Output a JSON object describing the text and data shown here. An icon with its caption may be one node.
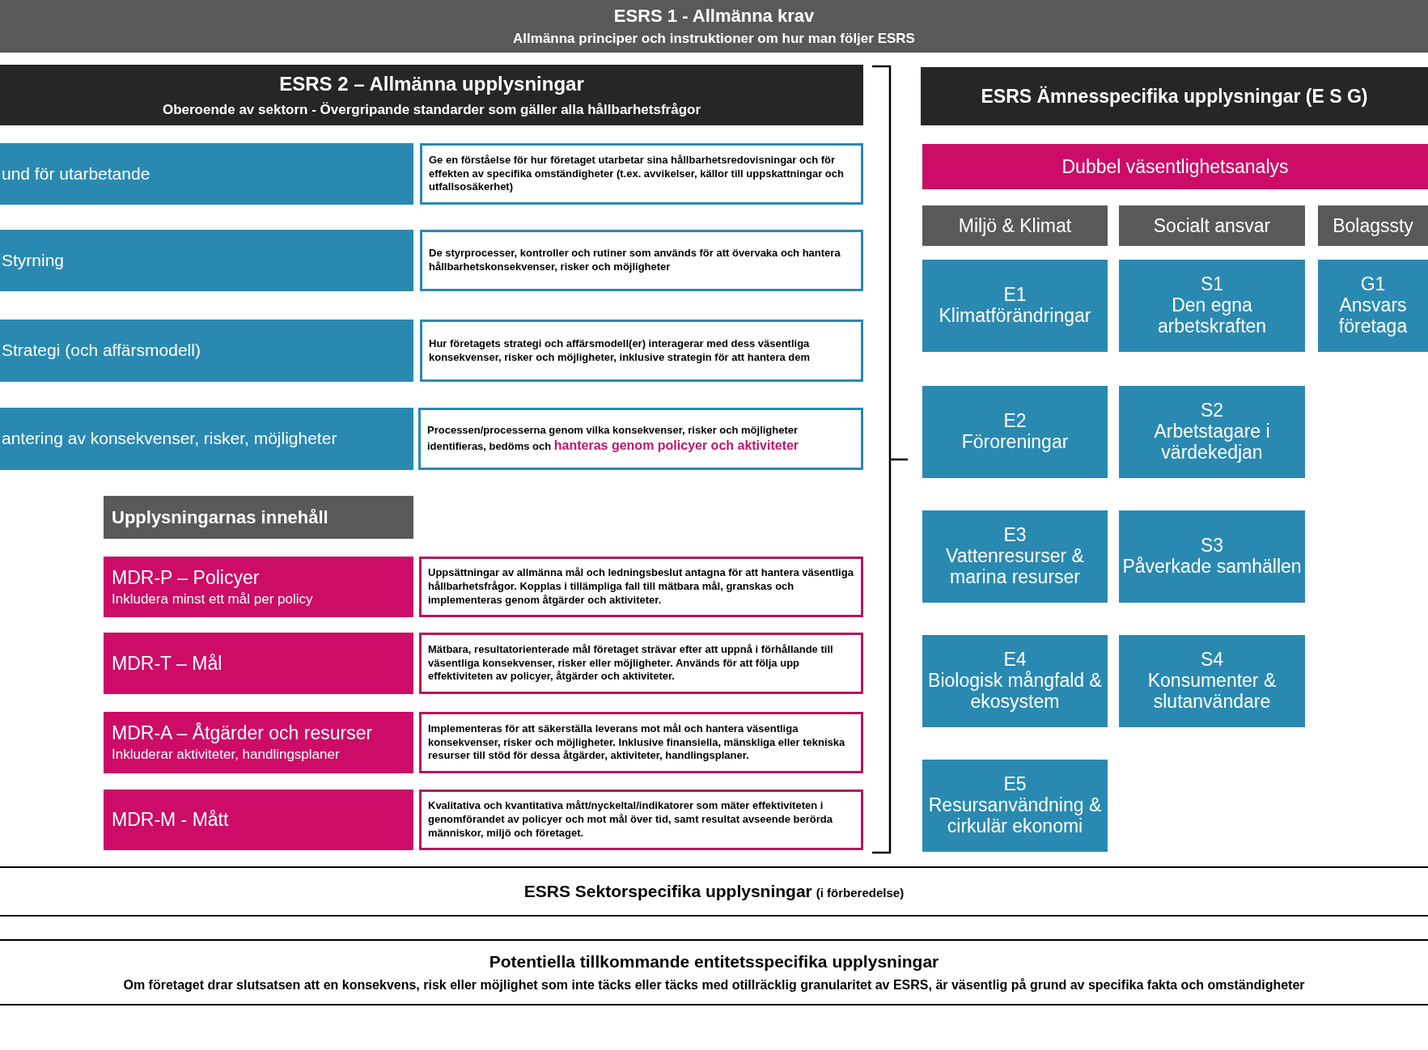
{
  "diagram": {
    "nodes": [
      {
        "text": [
          "ESRS 1 - Allmänna krav",
          "Allmänna principer och instruktioner om hur man följer ESRS"
        ]
      },
      {
        "text": [
          "ESRS 2 – Allmänna upplysningar",
          "Oberoende av sektorn - Övergripande standarder som gäller alla hållbarhetsfrågor"
        ]
      },
      {
        "text": [
          "und för utarbetande"
        ]
      },
      {
        "text": [
          "Ge en förståelse för hur företaget utarbetar sina hållbarhetsredovisningar och för effekten av specifika omständigheter (t.ex. avvikelser, källor till uppskattningar och utfallsosäkerhet)"
        ]
      },
      {
        "text": [
          "Styrning"
        ]
      },
      {
        "text": [
          "De styrprocesser, kontroller och rutiner som används för att övervaka och hantera hållbarhetskonsekvenser, risker och möjligheter"
        ]
      },
      {
        "text": [
          "Strategi (och affärsmodell)"
        ]
      },
      {
        "text": [
          "Hur företagets strategi och affärsmodell(er) interagerar med dess väsentliga konsekvenser, risker och möjligheter, inklusive strategin för att hantera dem"
        ]
      },
      {
        "text": [
          "antering av konsekvenser, risker, möjligheter"
        ]
      },
      {
        "text": [
          "Processen/processerna genom vilka konsekvenser, risker och möjligheter identifieras, bedöms och **hanteras genom policyer och aktiviteter**"
        ]
      },
      {
        "text": [
          "Upplysningarnas innehåll"
        ]
      },
      {
        "text": [
          "MDR-P – Policyer",
          "Inkludera minst ett mål per policy"
        ]
      },
      {
        "text": [
          "Uppsättningar av allmänna mål och ledningsbeslut antagna för att hantera väsentliga hållbarhetsfrågor. Kopplas i tillämpliga fall till mätbara mål, granskas och implementeras genom åtgärder och aktiviteter."
        ]
      },
      {
        "text": [
          "MDR-T – Mål"
        ]
      },
      {
        "text": [
          "Mätbara, resultatorienterade mål företaget strävar efter att uppnå i förhållande till väsentliga konsekvenser, risker eller möjligheter. Används för att följa upp effektiviteten av policyer, åtgärder och aktiviteter."
        ]
      },
      {
        "text": [
          "MDR-A – Åtgärder och resurser",
          "Inkluderar aktiviteter, handlingsplaner"
        ]
      },
      {
        "text": [
          "Implementeras för att säkerställa leverans mot mål och hantera väsentliga konsekvenser, risker och möjligheter. Inklusive finansiella, mänskliga eller tekniska resurser till stöd för dessa åtgärder, aktiviteter, handlingsplaner."
        ]
      },
      {
        "text": [
          "MDR-M - Mått"
        ]
      },
      {
        "text": [
          "Kvalitativa och kvantitativa mått/nyckeltal/indikatorer som mäter effektiviteten i genomförandet av policyer och mot mål över tid, samt resultat avseende berörda människor, miljö och företaget."
        ]
      },
      {
        "text": [
          "ESRS Ämnesspecifika upplysningar (E S G)"
        ]
      },
      {
        "text": [
          "Dubbel väsentlighetsanalys"
        ]
      },
      {
        "text": [
          "Miljö & Klimat"
        ]
      },
      {
        "text": [
          "Socialt ansvar"
        ]
      },
      {
        "text": [
          "Bolagssty"
        ]
      },
      {
        "text": [
          "E1",
          "Klimatförändringar"
        ]
      },
      {
        "text": [
          "S1",
          "Den egna arbetskraften"
        ]
      },
      {
        "text": [
          "G1",
          "Ansvars företaga"
        ]
      },
      {
        "text": [
          "E2",
          "Föroreningar"
        ]
      },
      {
        "text": [
          "S2",
          "Arbetstagare i värdekedjan"
        ]
      },
      {
        "text": [
          "E3",
          "Vattenresurser & marina resurser"
        ]
      },
      {
        "text": [
          "S3",
          "Påverkade samhällen"
        ]
      },
      {
        "text": [
          "E4",
          "Biologisk mångfald & ekosystem"
        ]
      },
      {
        "text": [
          "S4",
          "Konsumenter & slutanvändare"
        ]
      },
      {
        "text": [
          "E5",
          "Resursanvändning & cirkulär ekonomi"
        ]
      },
      {
        "text": [
          "ESRS Sektorspecifika upplysningar",
          "(i förberedelse)"
        ]
      },
      {
        "text": [
          "Potentiella tillkommande entitetsspecifika upplysningar",
          "Om företaget drar slutsatsen att en konsekvens, risk eller möjlighet som inte täcks eller täcks med otillräcklig granularitet av ESRS, är väsentlig på grund av specifika fakta och omständigheter"
        ]
      }
    ]
  }
}
